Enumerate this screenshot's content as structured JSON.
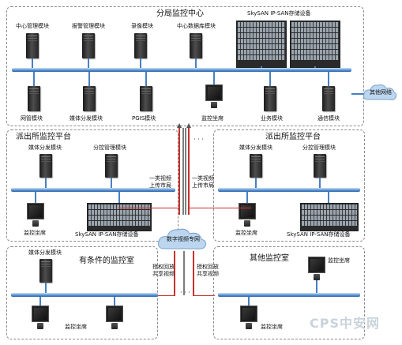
{
  "center": {
    "title": "分局监控中心",
    "top_modules": [
      "中心管理模块",
      "报警管理模块",
      "录像模块",
      "中心数据库模块"
    ],
    "storage_label": "SkySAN IP-SAN存储设备",
    "bottom_modules": [
      "网管模块",
      "媒体分发模块",
      "PGIS模块",
      "监控坐席",
      "业务模块",
      "通信模块"
    ],
    "other_network": "其他网络"
  },
  "station_left": {
    "title": "派出所监控平台",
    "modules": [
      "媒体分发模块",
      "分控管理模块"
    ],
    "seat": "监控坐席",
    "storage": "SkySAN IP-SAN存储设备"
  },
  "station_right": {
    "title": "派出所监控平台",
    "modules": [
      "媒体分发模块",
      "分控管理模块"
    ],
    "seat": "监控坐席",
    "storage": "SkySAN IP-SAN存储设备"
  },
  "links": {
    "upload_left": [
      "一类视频",
      "上传市局"
    ],
    "upload_right": [
      "一类视频",
      "上传市局"
    ],
    "playback_left": [
      "授权回放",
      "共享视频"
    ],
    "playback_right": [
      "授权回放",
      "共享视频"
    ],
    "digital_net": "数字视频专网",
    "ellipsis_top": "· · ·",
    "ellipsis_bottom": "· · ·"
  },
  "room_left": {
    "title": "有条件的监控室",
    "module": "媒体分发模块",
    "seat": "监控坐席"
  },
  "room_right": {
    "title": "其他监控室",
    "seat_top": "监控坐席",
    "seat_bottom": "监控坐席"
  },
  "watermark": "CPS中安网",
  "colors": {
    "bus": "#4f8ad0",
    "link_red": "#c8312e",
    "panel_border": "#8a8a8a"
  }
}
